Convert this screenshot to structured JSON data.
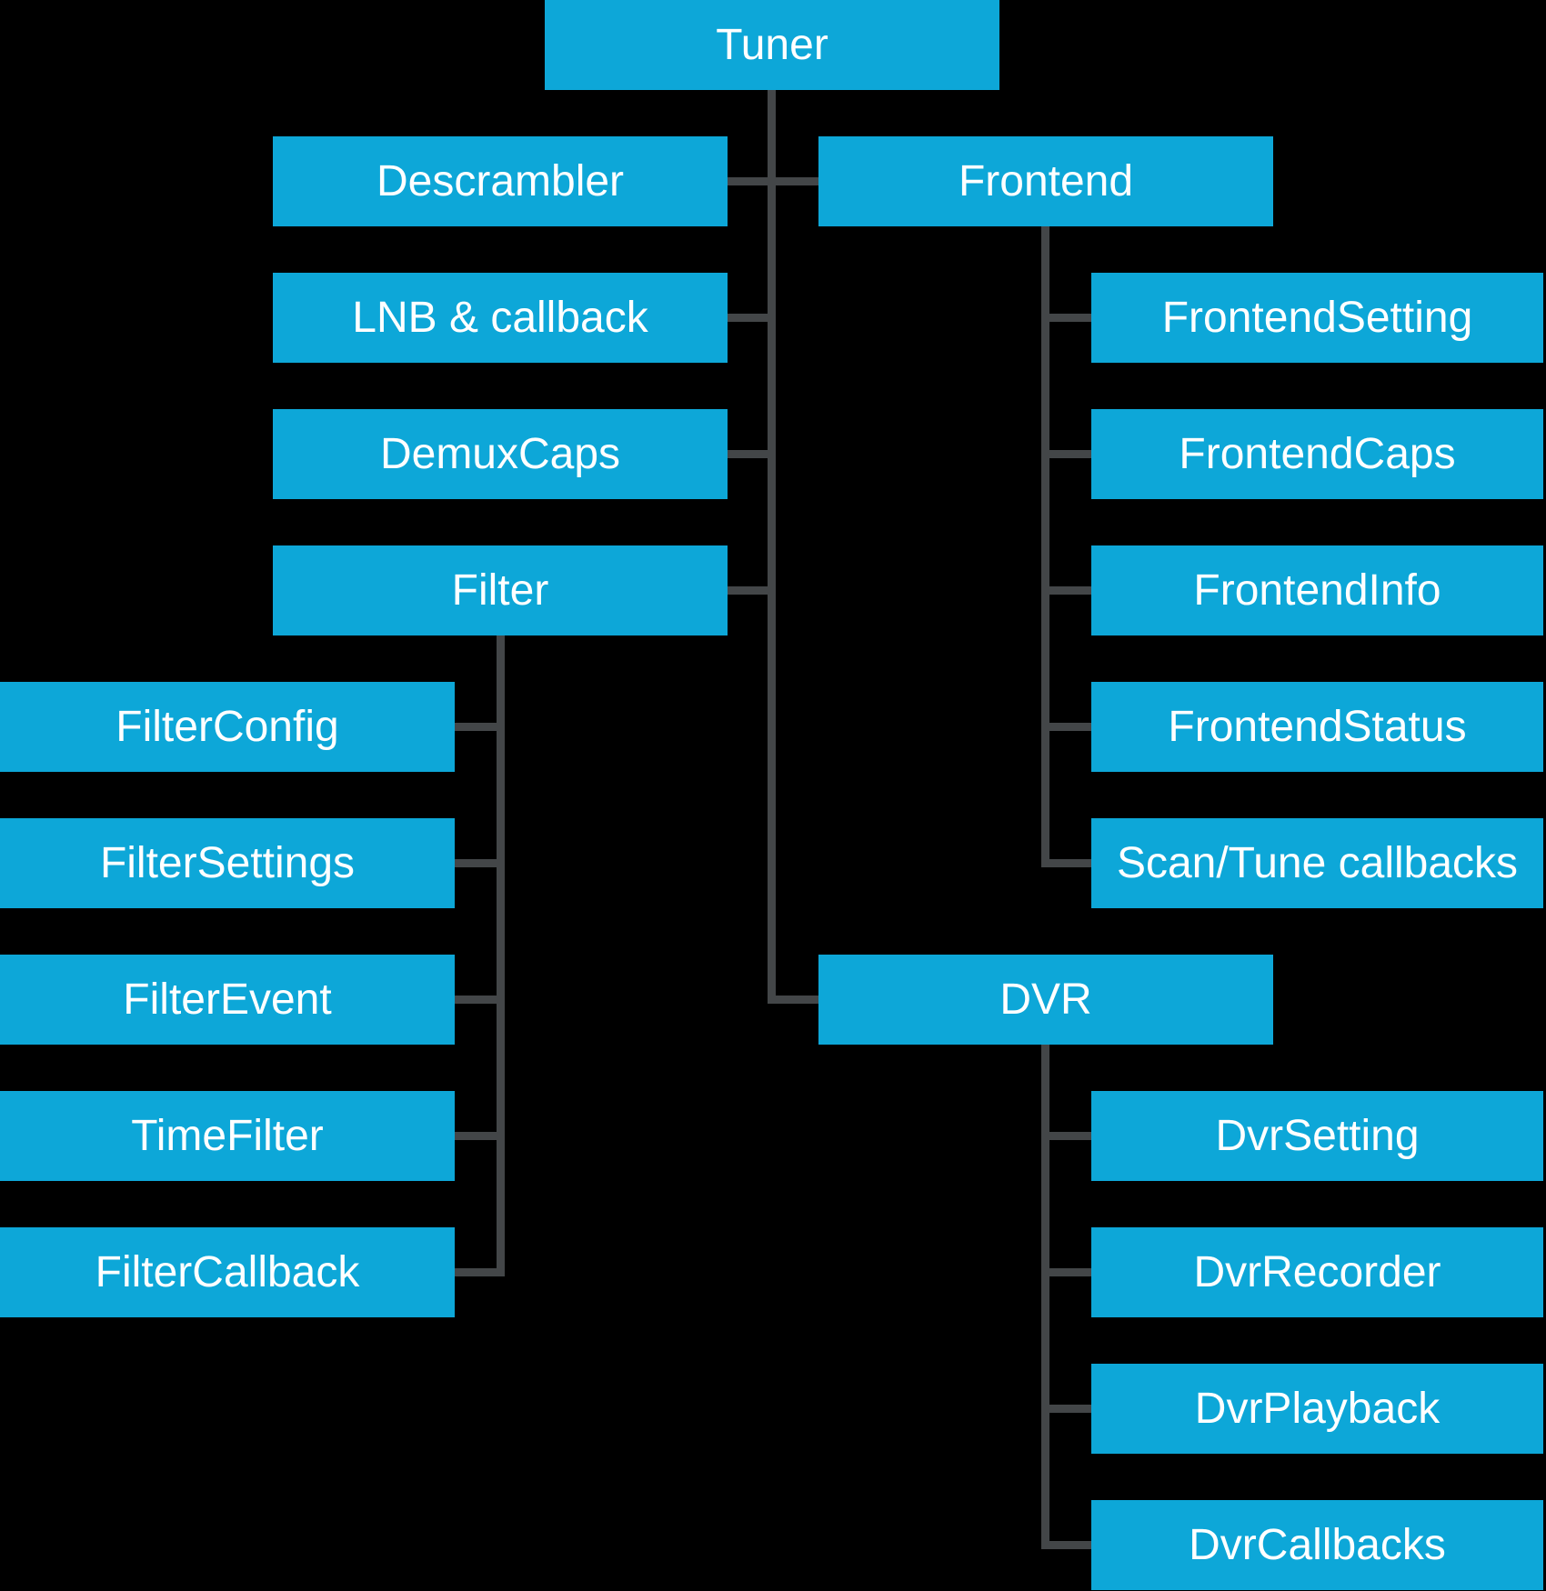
{
  "diagram": {
    "colors": {
      "bg": "#000000",
      "box": "#0da7d8",
      "line": "#434648",
      "text": "#ffffff"
    },
    "nodes": {
      "tuner": {
        "label": "Tuner"
      },
      "descrambler": {
        "label": "Descrambler"
      },
      "lnb": {
        "label": "LNB & callback"
      },
      "demuxcaps": {
        "label": "DemuxCaps"
      },
      "filter": {
        "label": "Filter"
      },
      "filterconfig": {
        "label": "FilterConfig"
      },
      "filtersettings": {
        "label": "FilterSettings"
      },
      "filterevent": {
        "label": "FilterEvent"
      },
      "timefilter": {
        "label": "TimeFilter"
      },
      "filtercallback": {
        "label": "FilterCallback"
      },
      "frontend": {
        "label": "Frontend"
      },
      "frontendsetting": {
        "label": "FrontendSetting"
      },
      "frontendcaps": {
        "label": "FrontendCaps"
      },
      "frontendinfo": {
        "label": "FrontendInfo"
      },
      "frontendstatus": {
        "label": "FrontendStatus"
      },
      "scantune": {
        "label": "Scan/Tune callbacks"
      },
      "dvr": {
        "label": "DVR"
      },
      "dvrsetting": {
        "label": "DvrSetting"
      },
      "dvrrecorder": {
        "label": "DvrRecorder"
      },
      "dvrplayback": {
        "label": "DvrPlayback"
      },
      "dvrcallbacks": {
        "label": "DvrCallbacks"
      }
    },
    "hierarchy": {
      "Tuner": [
        "Descrambler",
        "LNB & callback",
        "DemuxCaps",
        "Filter",
        "Frontend",
        "DVR"
      ],
      "Filter": [
        "FilterConfig",
        "FilterSettings",
        "FilterEvent",
        "TimeFilter",
        "FilterCallback"
      ],
      "Frontend": [
        "FrontendSetting",
        "FrontendCaps",
        "FrontendInfo",
        "FrontendStatus",
        "Scan/Tune callbacks"
      ],
      "DVR": [
        "DvrSetting",
        "DvrRecorder",
        "DvrPlayback",
        "DvrCallbacks"
      ]
    }
  }
}
